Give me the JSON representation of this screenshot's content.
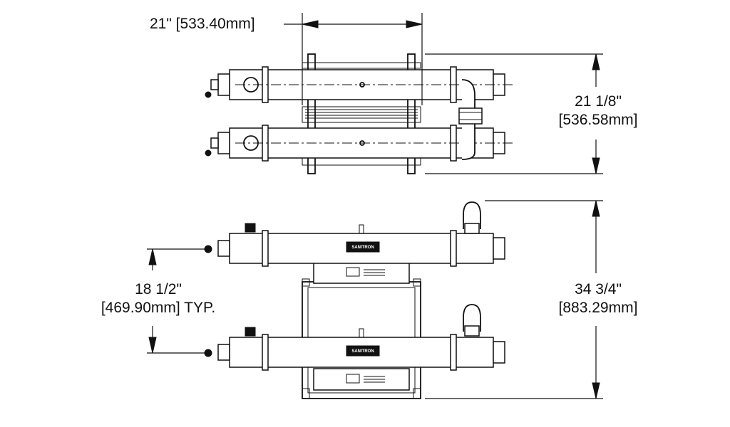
{
  "dimensions": {
    "top_width": "21\" [533.40mm]",
    "top_height_line1": "21 1/8\"",
    "top_height_line2": "[536.58mm]",
    "spacing_line1": "18 1/2\"",
    "spacing_line2": "[469.90mm] TYP.",
    "overall_height_line1": "34 3/4\"",
    "overall_height_line2": "[883.29mm]"
  },
  "brand_label": "SANITRON",
  "colors": {
    "ink": "#111111",
    "paper": "#ffffff"
  }
}
